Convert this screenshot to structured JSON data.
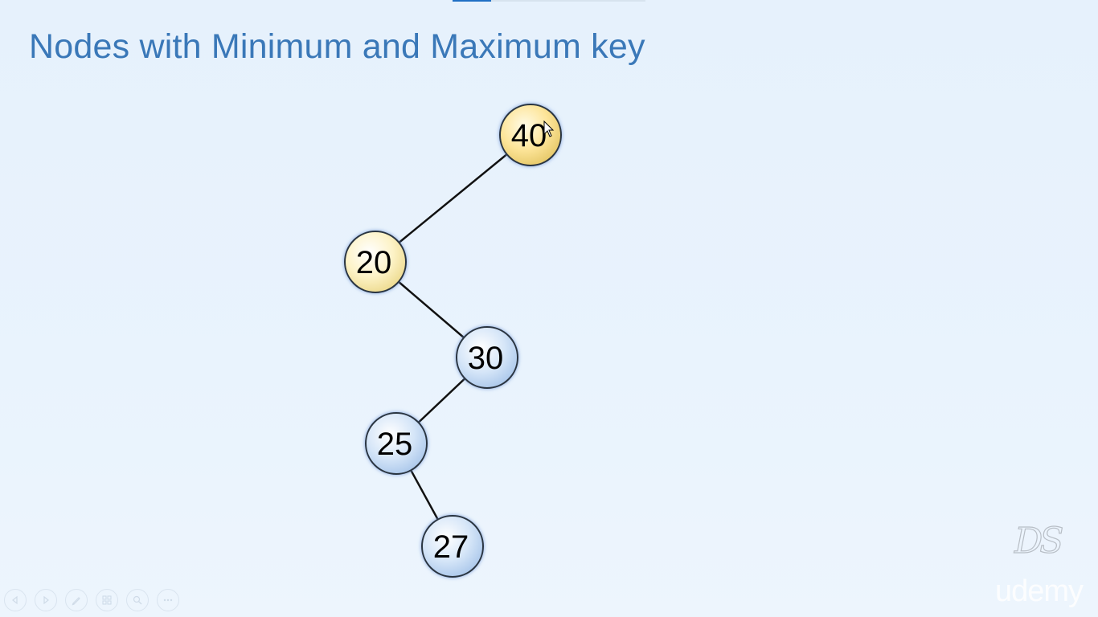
{
  "slide": {
    "title": "Nodes with Minimum and Maximum key",
    "progress": 0.2
  },
  "tree": {
    "nodes": [
      {
        "id": "n40",
        "label": "40",
        "state": "highlight-strong"
      },
      {
        "id": "n20",
        "label": "20",
        "state": "highlight-light"
      },
      {
        "id": "n30",
        "label": "30",
        "state": "normal"
      },
      {
        "id": "n25",
        "label": "25",
        "state": "normal"
      },
      {
        "id": "n27",
        "label": "27",
        "state": "normal"
      }
    ],
    "edges": [
      {
        "from": "n40",
        "to": "n20"
      },
      {
        "from": "n20",
        "to": "n30"
      },
      {
        "from": "n30",
        "to": "n25"
      },
      {
        "from": "n25",
        "to": "n27"
      }
    ]
  },
  "colors": {
    "title": "#3a78b8",
    "node_normal": "#cfe0f6",
    "node_highlight_light": "#fdf3c8",
    "node_highlight_strong": "#fde59a",
    "edge": "#111111"
  },
  "player_controls": [
    {
      "name": "previous",
      "icon": "triangle-left-icon"
    },
    {
      "name": "next",
      "icon": "triangle-right-icon"
    },
    {
      "name": "pen",
      "icon": "pen-icon"
    },
    {
      "name": "slides",
      "icon": "slides-icon"
    },
    {
      "name": "zoom",
      "icon": "zoom-icon"
    },
    {
      "name": "more",
      "icon": "more-icon"
    }
  ],
  "branding": {
    "monogram": "DS",
    "watermark": "udemy"
  }
}
